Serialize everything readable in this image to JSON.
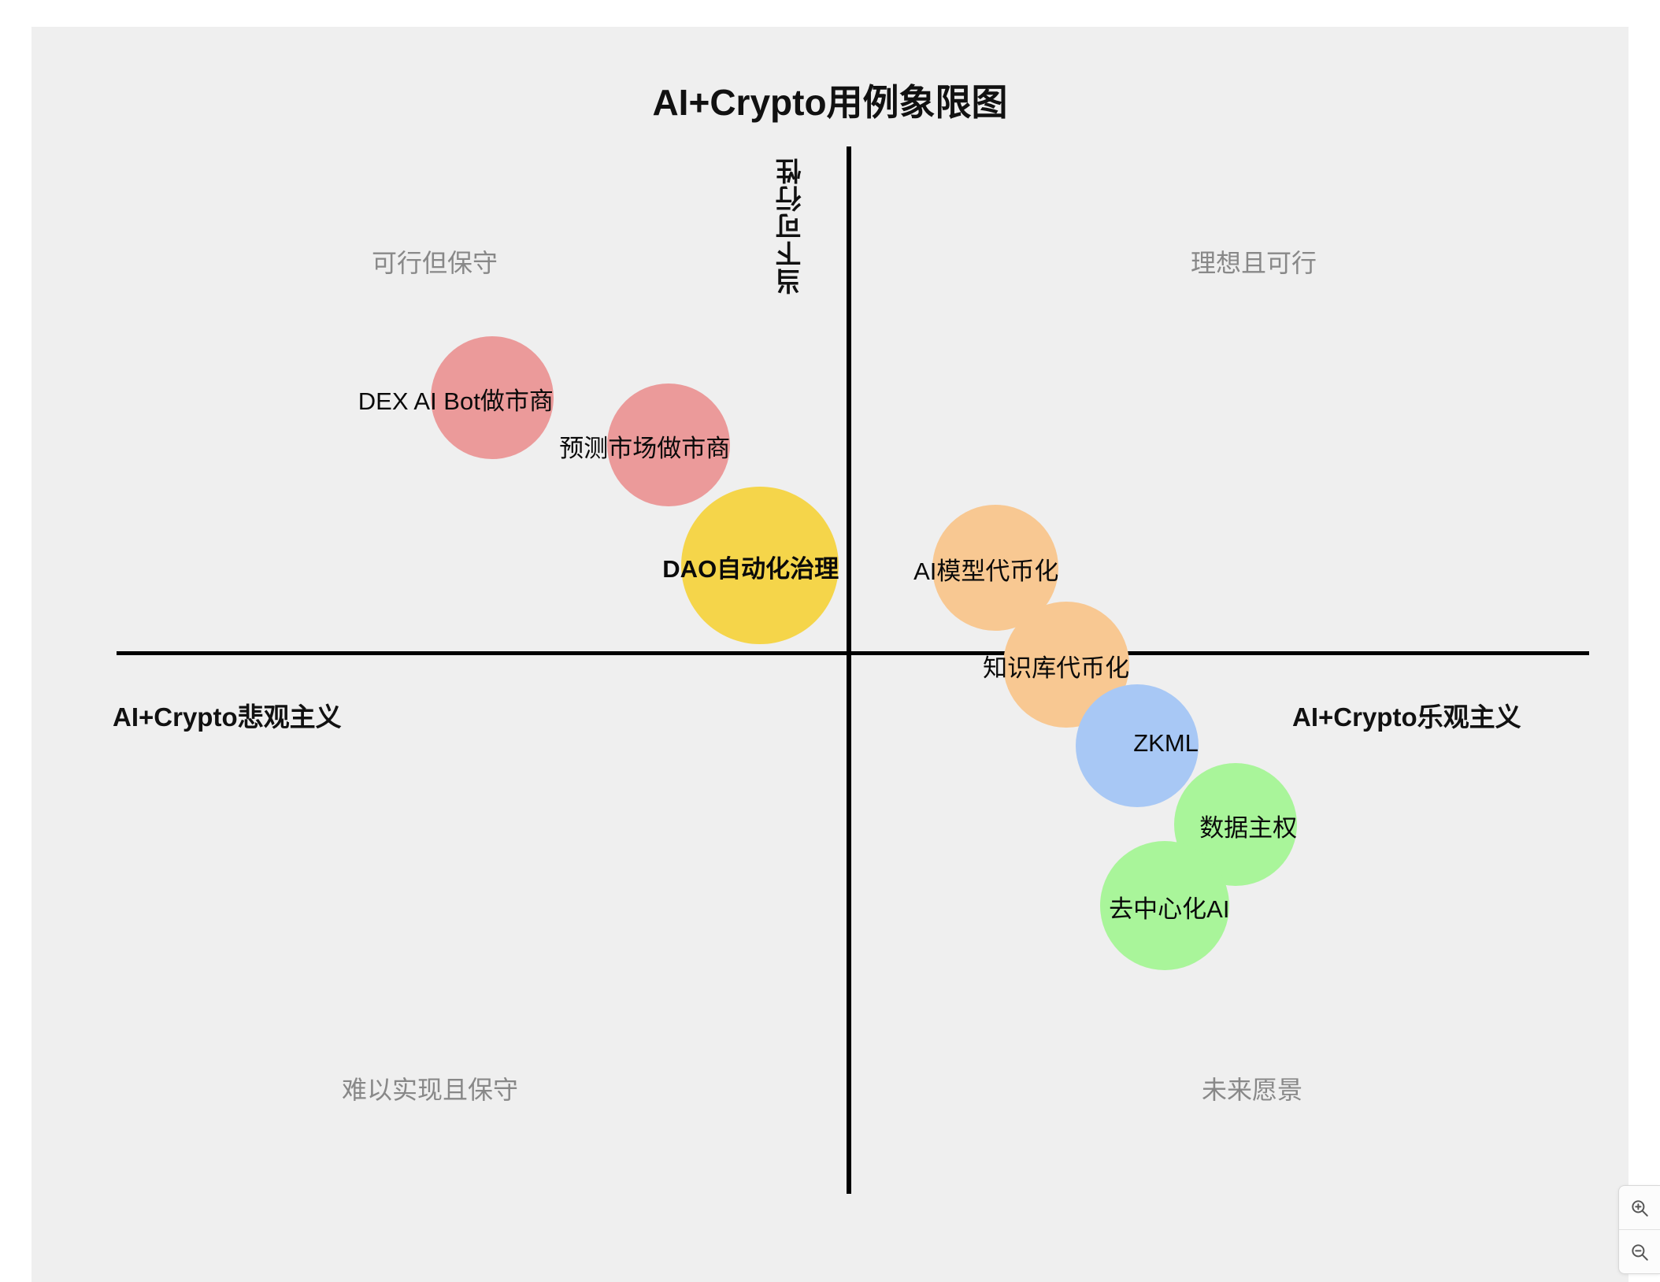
{
  "chart_data": {
    "type": "scatter",
    "title": "AI+Crypto用例象限图",
    "xlabel_left": "AI+Crypto悲观主义",
    "xlabel_right": "AI+Crypto乐观主义",
    "ylabel_top": "当下可行性",
    "xlim": [
      0,
      1
    ],
    "ylim": [
      0,
      1
    ],
    "grid": false,
    "legend": "none",
    "quadrants": [
      {
        "key": "top_left",
        "label": "可行但保守"
      },
      {
        "key": "top_right",
        "label": "理想且可行"
      },
      {
        "key": "bottom_left",
        "label": "难以实现且保守"
      },
      {
        "key": "bottom_right",
        "label": "未来愿景"
      }
    ],
    "points": [
      {
        "label": "DEX AI Bot做市商",
        "x": 0.255,
        "y": 0.76,
        "color": "#eb9a9a",
        "radius": 78,
        "bold": false
      },
      {
        "label": "预测市场做市商",
        "x": 0.375,
        "y": 0.715,
        "color": "#eb9a9a",
        "radius": 78,
        "bold": false
      },
      {
        "label": "DAO自动化治理",
        "x": 0.437,
        "y": 0.6,
        "color": "#f5d54a",
        "radius": 100,
        "bold": true
      },
      {
        "label": "AI模型代币化",
        "x": 0.597,
        "y": 0.598,
        "color": "#f8c892",
        "radius": 80,
        "bold": false
      },
      {
        "label": "知识库代币化",
        "x": 0.645,
        "y": 0.505,
        "color": "#f8c892",
        "radius": 80,
        "bold": false
      },
      {
        "label": "ZKML",
        "x": 0.693,
        "y": 0.428,
        "color": "#a8c8f5",
        "radius": 78,
        "bold": false
      },
      {
        "label": "数据主权",
        "x": 0.76,
        "y": 0.353,
        "color": "#a9f59a",
        "radius": 78,
        "bold": false
      },
      {
        "label": "去中心化AI",
        "x": 0.712,
        "y": 0.275,
        "color": "#a9f59a",
        "radius": 82,
        "bold": false
      }
    ]
  },
  "controls": {
    "zoom_in": "zoom-in",
    "zoom_out": "zoom-out"
  }
}
